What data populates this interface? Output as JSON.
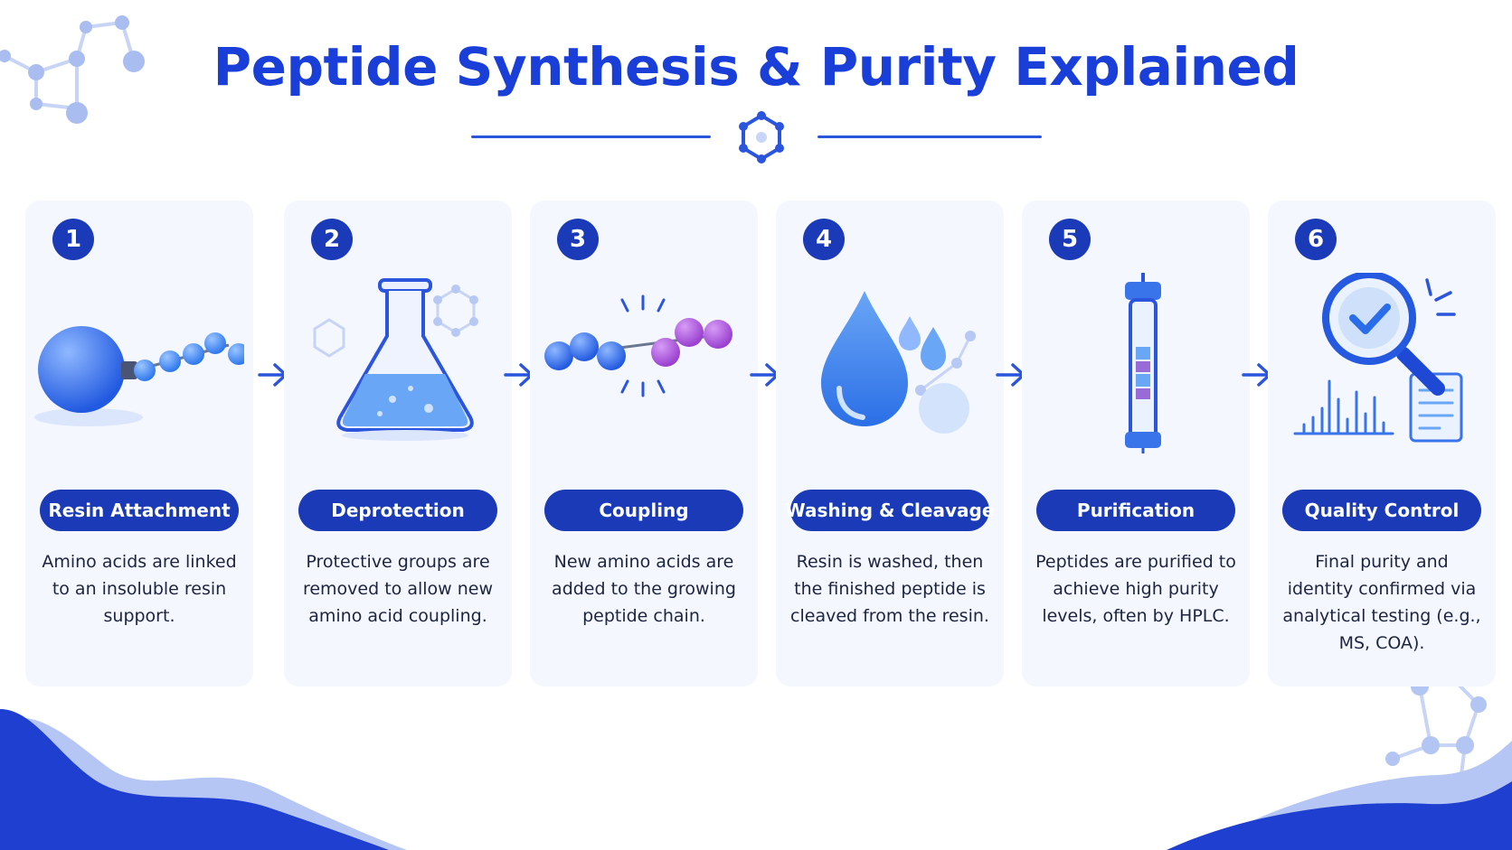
{
  "title": "Peptide Synthesis & Purity Explained",
  "colors": {
    "primary": "#1a3ab8",
    "title": "#1a3fd8",
    "accent_light": "#4d8ef0",
    "purple": "#9a3fd0",
    "card_bg": "#f4f7fd",
    "wave": "#1e3fcf"
  },
  "steps": [
    {
      "number": "1",
      "label": "Resin Attachment",
      "description": "Amino acids are linked to an insoluble resin support.",
      "icon": "resin-bead-chain-icon"
    },
    {
      "number": "2",
      "label": "Deprotection",
      "description": "Protective groups are removed to allow new amino acid coupling.",
      "icon": "flask-icon"
    },
    {
      "number": "3",
      "label": "Coupling",
      "description": "New amino acids are added to the growing peptide chain.",
      "icon": "peptide-chain-icon"
    },
    {
      "number": "4",
      "label": "Washing & Cleavage",
      "description": "Resin is washed, then the finished peptide is cleaved from the resin.",
      "icon": "water-drop-icon"
    },
    {
      "number": "5",
      "label": "Purification",
      "description": "Peptides are purified to achieve high purity levels, often by HPLC.",
      "icon": "hplc-column-icon"
    },
    {
      "number": "6",
      "label": "Quality Control",
      "description": "Final purity and identity confirmed via analytical testing (e.g., MS, COA).",
      "icon": "magnifier-check-icon"
    }
  ]
}
